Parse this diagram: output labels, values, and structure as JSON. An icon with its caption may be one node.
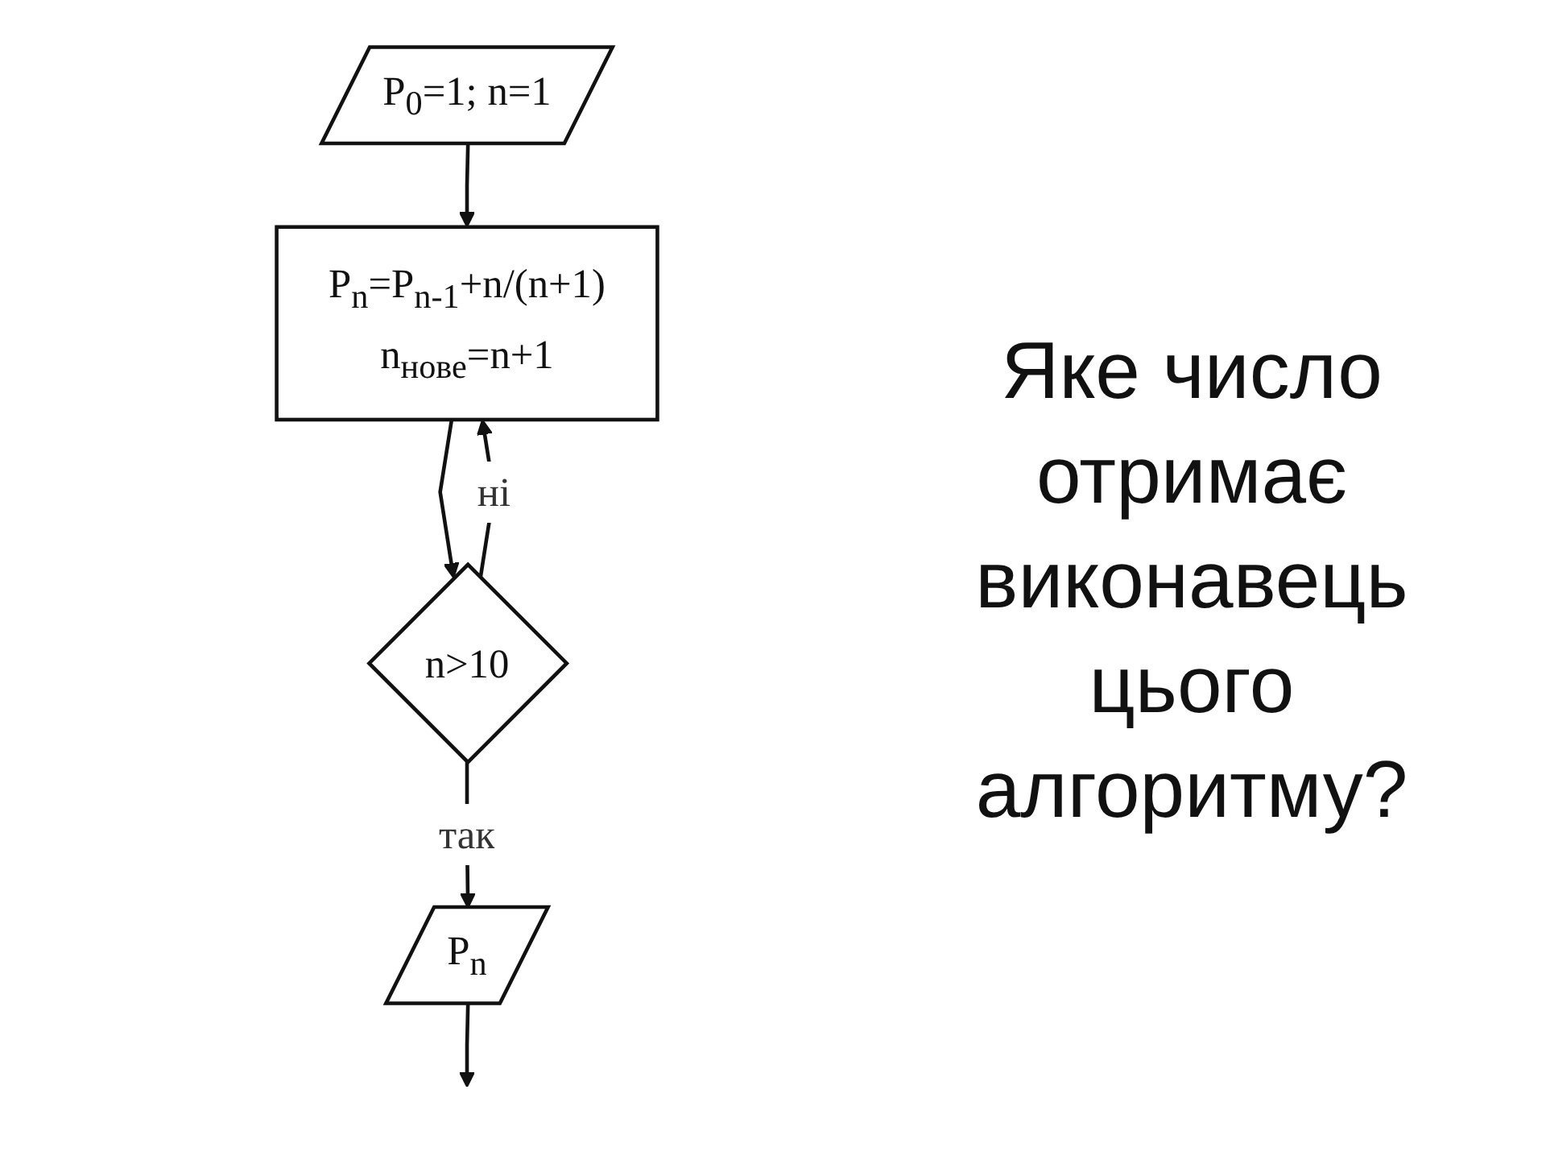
{
  "diagram": {
    "nodes": [
      {
        "text": [
          "P$_{0}$=1; n=1"
        ]
      },
      {
        "text": [
          "P$_{n}$=P$_{n-1}$+n/(n+1)",
          "n$_{нове}$=n+1"
        ]
      },
      {
        "text": [
          "n>10"
        ]
      },
      {
        "text": [
          "P$_{n}$"
        ]
      }
    ],
    "edges": [
      {
        "from": 0,
        "to": 1,
        "arrow": "to"
      },
      {
        "from": 1,
        "to": 2,
        "arrow": "to"
      },
      {
        "from": 2,
        "to": 1,
        "arrow": "to",
        "label": "ні"
      },
      {
        "from": 2,
        "to": 3,
        "arrow": "to",
        "label": "так"
      },
      {
        "from": 3,
        "to": null,
        "arrow": "to"
      }
    ],
    "labels": [
      "Яке число отримає виконавець цього алгоритму?"
    ]
  }
}
